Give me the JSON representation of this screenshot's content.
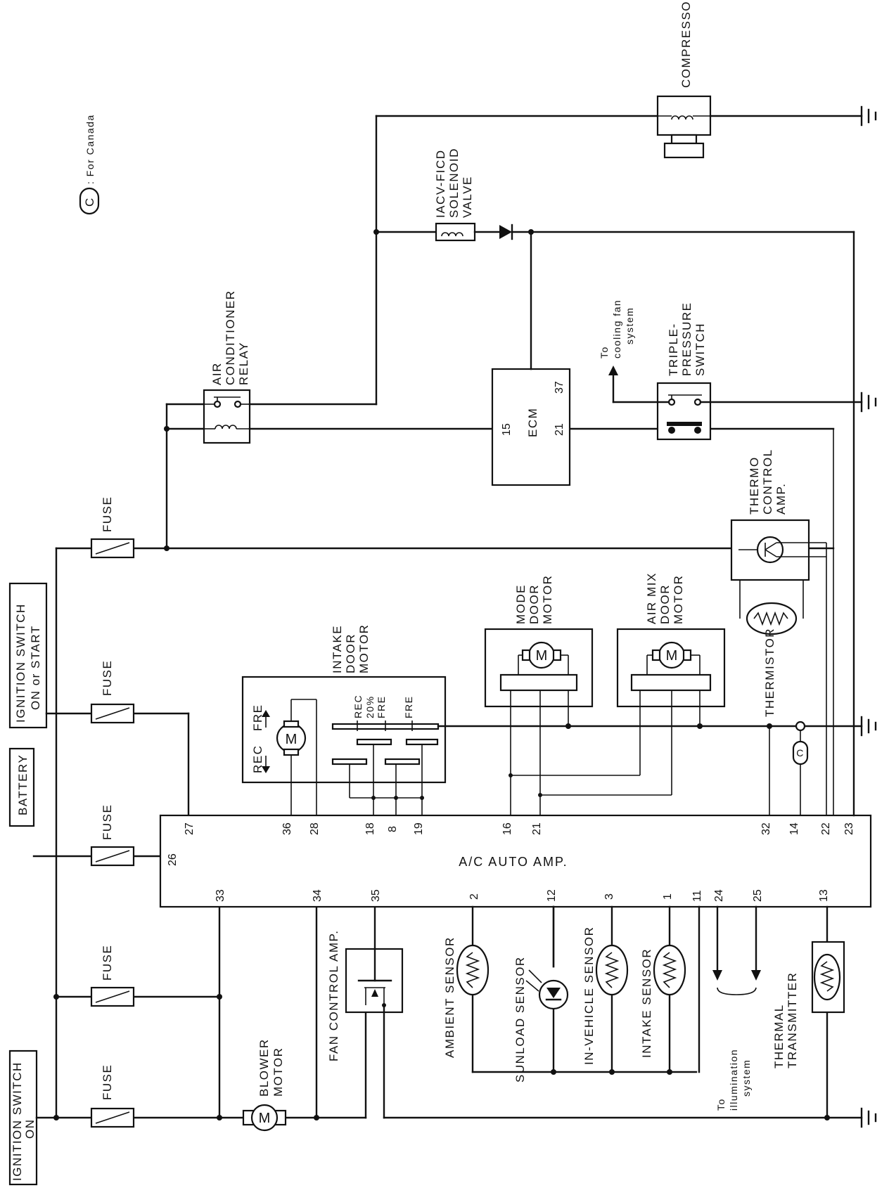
{
  "diagram": {
    "ignition_on": [
      "IGNITION SWITCH",
      "ON"
    ],
    "battery": "BATTERY",
    "ignition_on_start": [
      "IGNITION SWITCH",
      "ON or START"
    ],
    "fuse": "FUSE",
    "blower_motor": [
      "BLOWER",
      "MOTOR"
    ],
    "fan_control_amp": "FAN CONTROL AMP.",
    "ac_auto_amp": "A/C AUTO AMP.",
    "intake_door_motor": [
      "INTAKE",
      "DOOR",
      "MOTOR"
    ],
    "intake_positions": [
      "REC",
      "20%",
      "FRE",
      "FRE"
    ],
    "motor_rec": "REC",
    "motor_fre": "FRE",
    "motor_glyph": "M",
    "mode_door_motor": [
      "MODE",
      "DOOR",
      "MOTOR"
    ],
    "air_mix_door_motor": [
      "AIR MIX",
      "DOOR",
      "MOTOR"
    ],
    "thermo_control_amp": [
      "THERMO",
      "CONTROL",
      "AMP."
    ],
    "thermistor": "THERMISTOR",
    "air_conditioner_relay": [
      "AIR",
      "CONDITIONER",
      "RELAY"
    ],
    "ecm": "ECM",
    "ecm_pins": [
      "15",
      "21",
      "37"
    ],
    "iacv_valve": [
      "IACV-FICD",
      "SOLENOID",
      "VALVE"
    ],
    "compressor": "COMPRESSOR",
    "triple_pressure_switch": [
      "TRIPLE-",
      "PRESSURE",
      "SWITCH"
    ],
    "to_cooling_fan": [
      "To",
      "cooling fan",
      "system"
    ],
    "canada_badge": "C",
    "canada_note": ": For Canada",
    "ambient_sensor": "AMBIENT SENSOR",
    "sunload_sensor": "SUNLOAD SENSOR",
    "in_vehicle_sensor": "IN-VEHICLE SENSOR",
    "intake_sensor": "INTAKE SENSOR",
    "to_illumination": [
      "To",
      "illumination",
      "system"
    ],
    "thermal_transmitter": [
      "THERMAL",
      "TRANSMITTER"
    ],
    "amp_pins_top": [
      "27",
      "36",
      "28",
      "18",
      "8",
      "19",
      "16",
      "21",
      "32",
      "14",
      "22",
      "23"
    ],
    "amp_pin_left": "26",
    "amp_pins_bottom": [
      "33",
      "34",
      "35",
      "2",
      "12",
      "3",
      "1",
      "11",
      "24",
      "25",
      "13"
    ]
  }
}
